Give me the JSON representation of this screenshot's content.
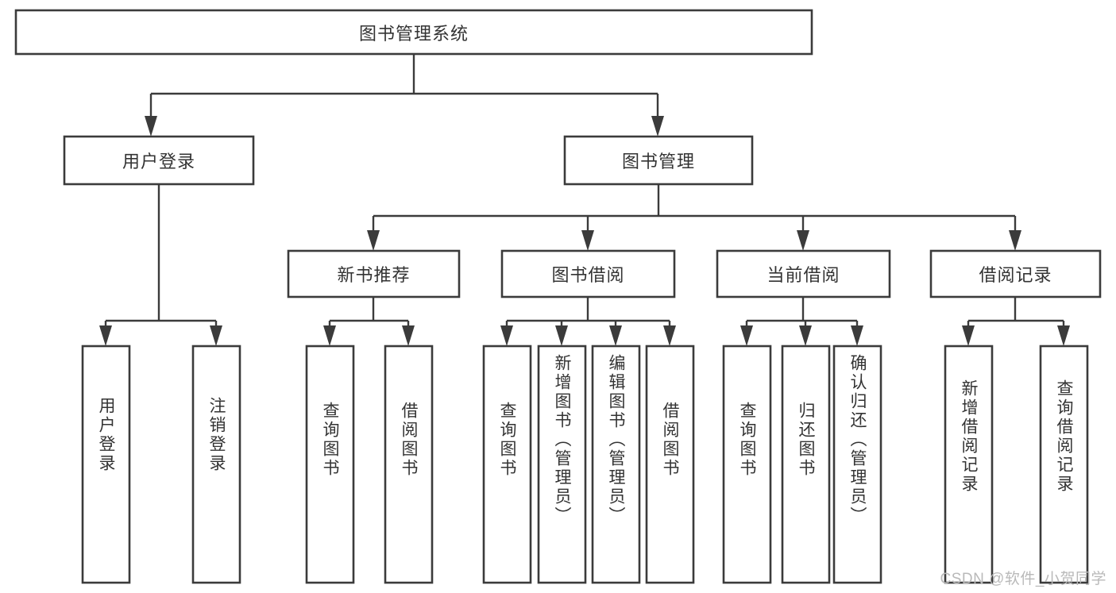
{
  "diagram": {
    "type": "tree-hierarchy-chart",
    "title": "图书管理系统",
    "watermark": "CSDN @软件_小贺同学",
    "colors": {
      "box_stroke": "#3b3b3b",
      "box_fill": "#ffffff",
      "text": "#333333",
      "background": "#ffffff",
      "watermark": "#b9b9b9"
    },
    "levels": {
      "root": {
        "label": "图书管理系统"
      },
      "level2": [
        {
          "label": "用户登录"
        },
        {
          "label": "图书管理"
        }
      ],
      "level3": [
        {
          "label": "新书推荐"
        },
        {
          "label": "图书借阅"
        },
        {
          "label": "当前借阅"
        },
        {
          "label": "借阅记录"
        }
      ]
    },
    "leaves": {
      "user_login": [
        {
          "label": "用户登录"
        },
        {
          "label": "注销登录"
        }
      ],
      "new_book_recommend": [
        {
          "label": "查询图书"
        },
        {
          "label": "借阅图书"
        }
      ],
      "book_borrow": [
        {
          "label": "查询图书"
        },
        {
          "label": "新增图书（管理员）"
        },
        {
          "label": "编辑图书（管理员）"
        },
        {
          "label": "借阅图书"
        }
      ],
      "current_borrow": [
        {
          "label": "查询图书"
        },
        {
          "label": "归还图书"
        },
        {
          "label": "确认归还（管理员）"
        }
      ],
      "borrow_record": [
        {
          "label": "新增借阅记录"
        },
        {
          "label": "查询借阅记录"
        }
      ]
    }
  }
}
